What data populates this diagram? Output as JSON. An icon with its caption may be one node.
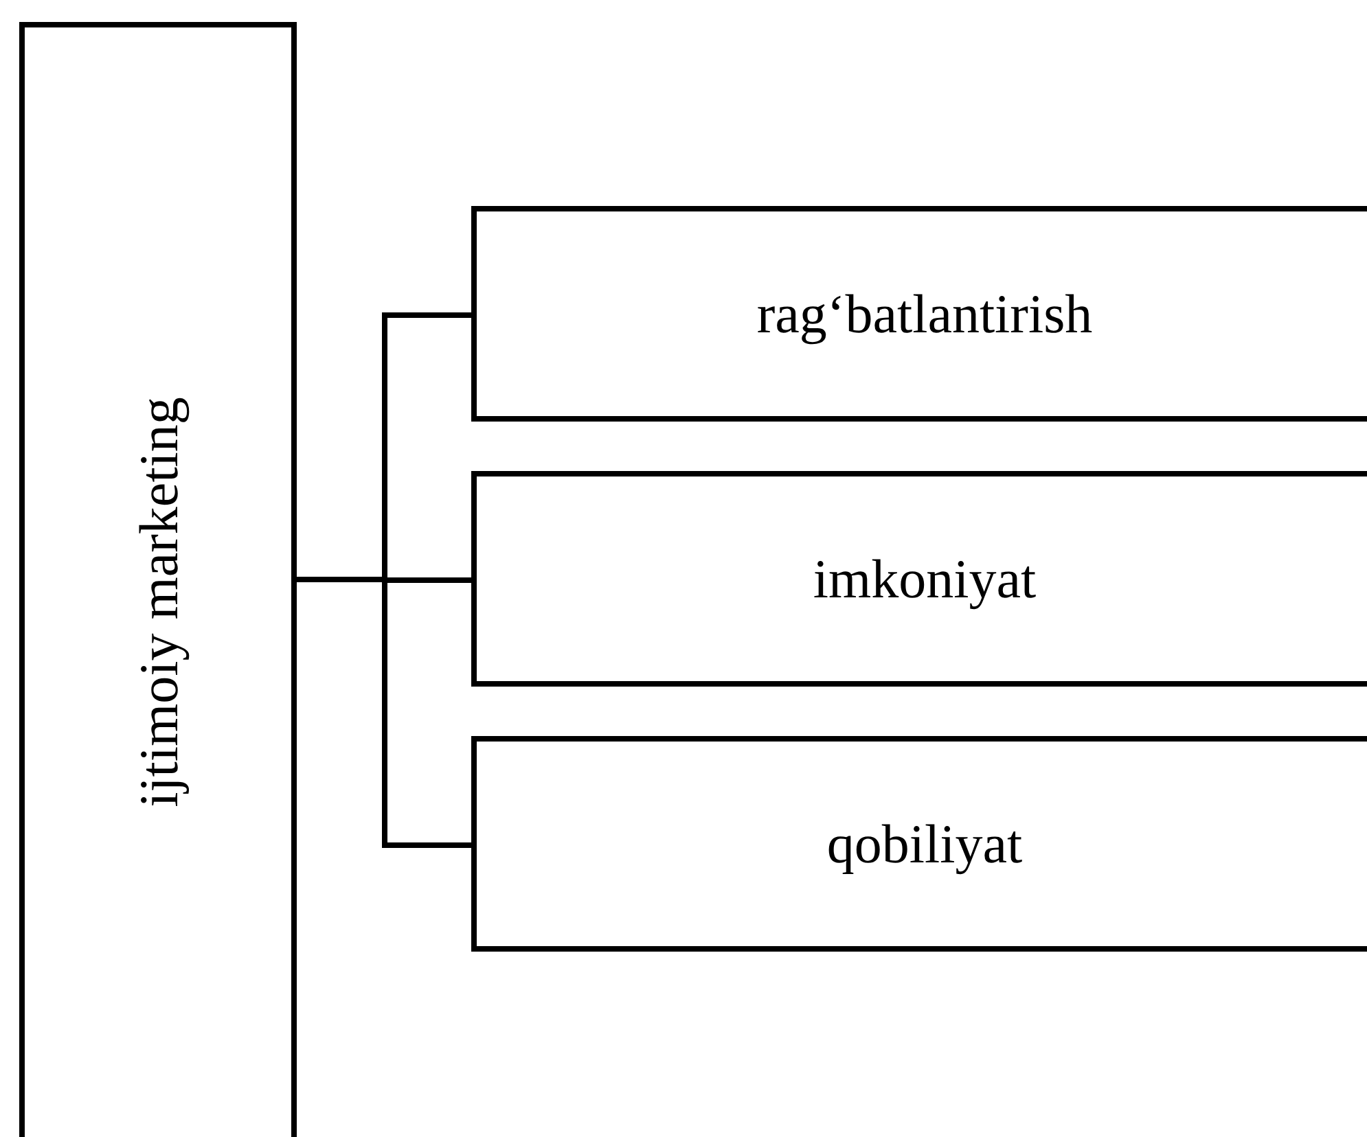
{
  "diagram": {
    "nodes": [
      {
        "text": [
          "ijtimoiy marketing"
        ]
      },
      {
        "text": [
          "rag‘batlantirish"
        ]
      },
      {
        "text": [
          "imkoniyat"
        ]
      },
      {
        "text": [
          "qobiliyat"
        ]
      }
    ],
    "edges": [
      {
        "from": 0,
        "to": 1,
        "arrow": "none"
      },
      {
        "from": 0,
        "to": 2,
        "arrow": "none"
      },
      {
        "from": 0,
        "to": 3,
        "arrow": "none"
      }
    ]
  }
}
